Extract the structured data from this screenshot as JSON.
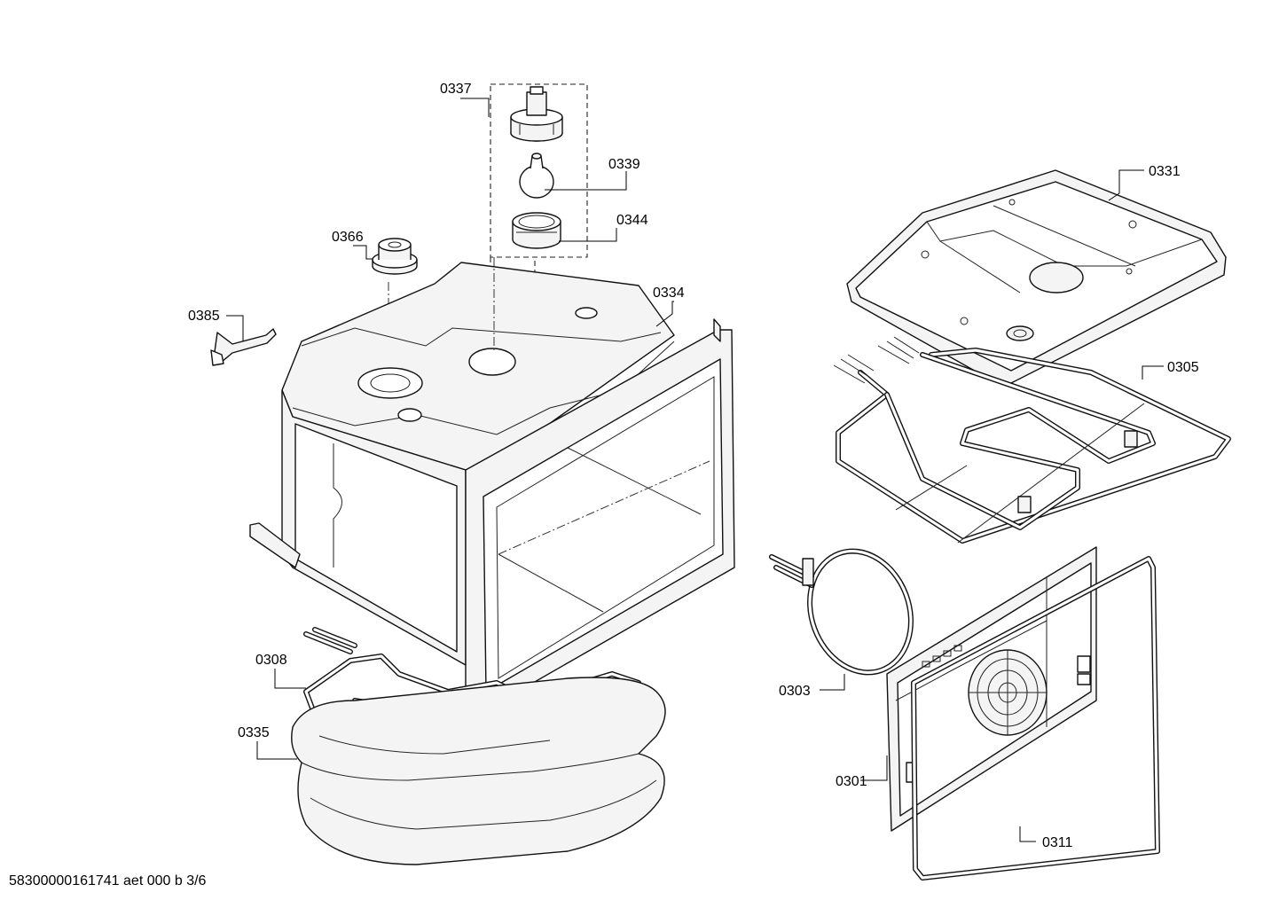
{
  "labels": {
    "l0337": "0337",
    "l0339": "0339",
    "l0344": "0344",
    "l0366": "0366",
    "l0385": "0385",
    "l0334": "0334",
    "l0331": "0331",
    "l0305": "0305",
    "l0308": "0308",
    "l0335": "0335",
    "l0303": "0303",
    "l0301": "0301",
    "l0311": "0311"
  },
  "footer": "58300000161741 aet 000 b 3/6"
}
